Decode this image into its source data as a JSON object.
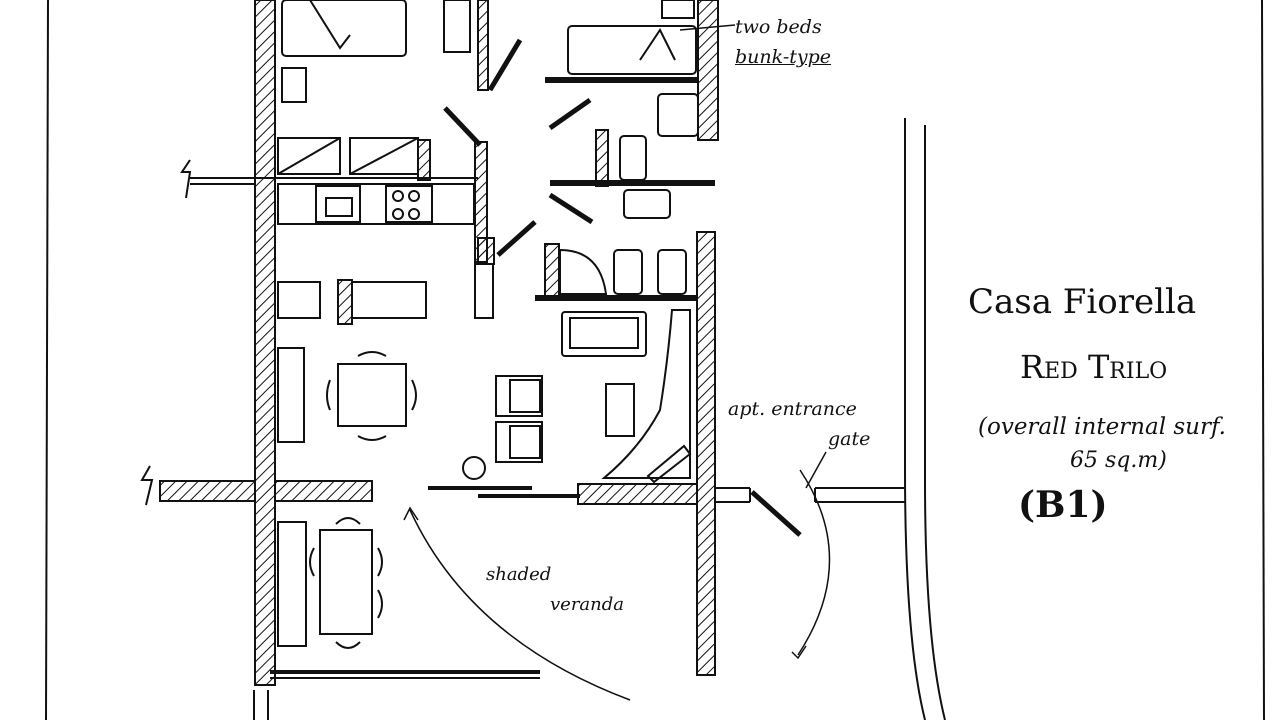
{
  "title": {
    "name": "Casa Fiorella",
    "unit": "Red Trilo",
    "surface_line1": "(overall internal surf.",
    "surface_line2": "65 sq.m)",
    "code": "(B1)"
  },
  "annotations": {
    "beds_line1": "two beds",
    "beds_line2": "bunk-type",
    "entrance_line1": "apt. entrance",
    "entrance_line2": "gate",
    "veranda_line1": "shaded",
    "veranda_line2": "veranda"
  },
  "colors": {
    "ink": "#111111",
    "paper": "#ffffff"
  }
}
